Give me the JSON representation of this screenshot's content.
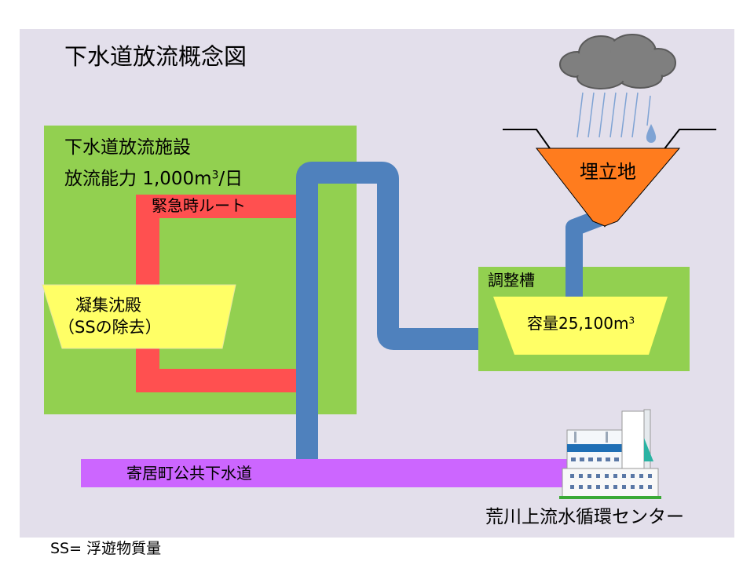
{
  "title": "下水道放流概念図",
  "facility": {
    "name": "下水道放流施設",
    "capacity_prefix": "放流能力  1,000m",
    "capacity_sup": "3",
    "capacity_suffix": "/日"
  },
  "emergency_route": "緊急時ルート",
  "coagulation": {
    "line1": "凝集沈殿",
    "line2": "（SSの除去）"
  },
  "landfill": "埋立地",
  "adjustment_tank": {
    "name": "調整槽",
    "capacity_prefix": "容量25,100m",
    "capacity_sup": "3"
  },
  "sewer_line": "寄居町公共下水道",
  "treatment_center": "荒川上流水循環センター",
  "footnote": "SS= 浮遊物質量",
  "colors": {
    "background_panel": "#E3DFEB",
    "facility_fill": "#92D050",
    "emergency_route": "#FF5050",
    "water_pipe": "#4F81BD",
    "sewer_pipe": "#CC66FF",
    "coagulation_fill": "#FFFF66",
    "landfill_fill": "#FF7C1E",
    "cloud": "#7F7F7F",
    "rain": "#7FA3D4"
  }
}
